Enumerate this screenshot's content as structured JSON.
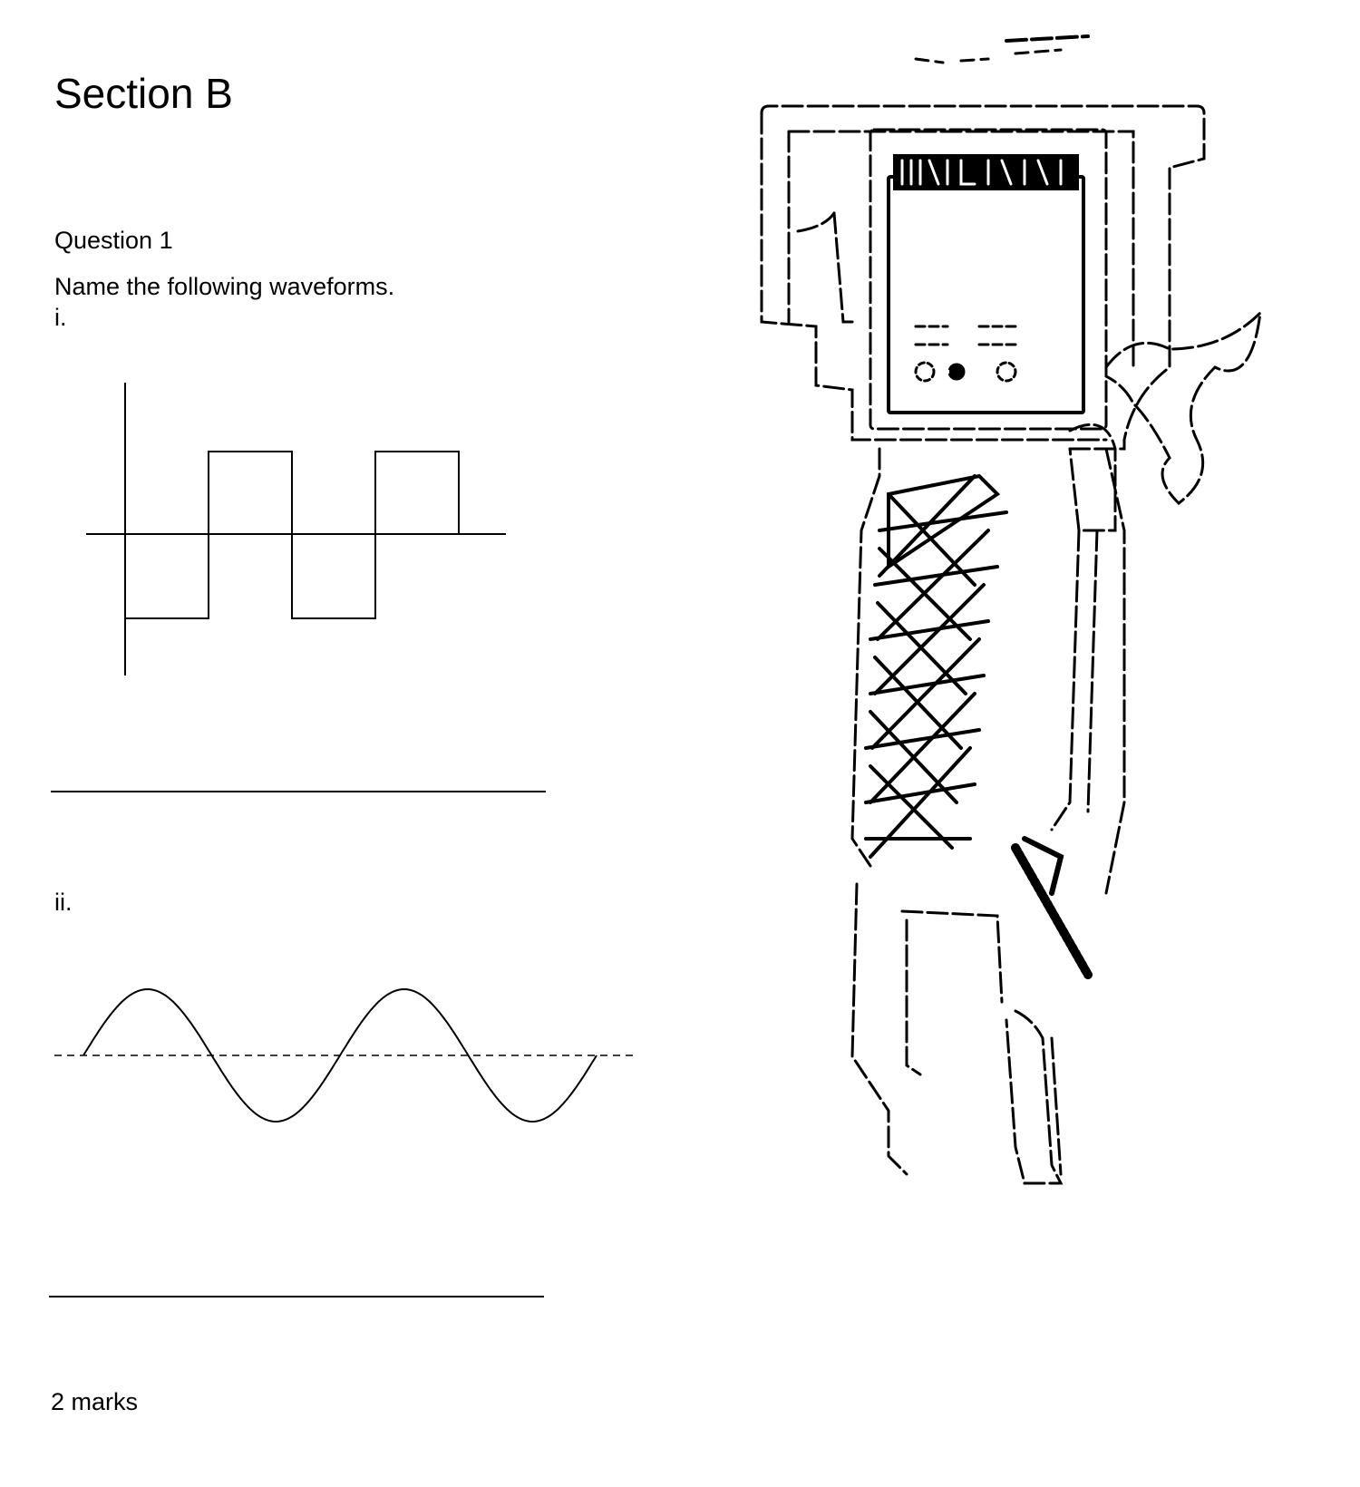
{
  "section": {
    "title": "Section B"
  },
  "question": {
    "label": "Question 1",
    "prompt": "Name the following waveforms.",
    "items": [
      {
        "label": "i.",
        "waveform_icon": "square-wave-icon"
      },
      {
        "label": "ii.",
        "waveform_icon": "sine-wave-icon"
      }
    ],
    "marks": "2 marks"
  },
  "illustration": {
    "icon": "multimeter-illustration"
  },
  "colors": {
    "ink": "#000000",
    "paper": "#ffffff"
  }
}
